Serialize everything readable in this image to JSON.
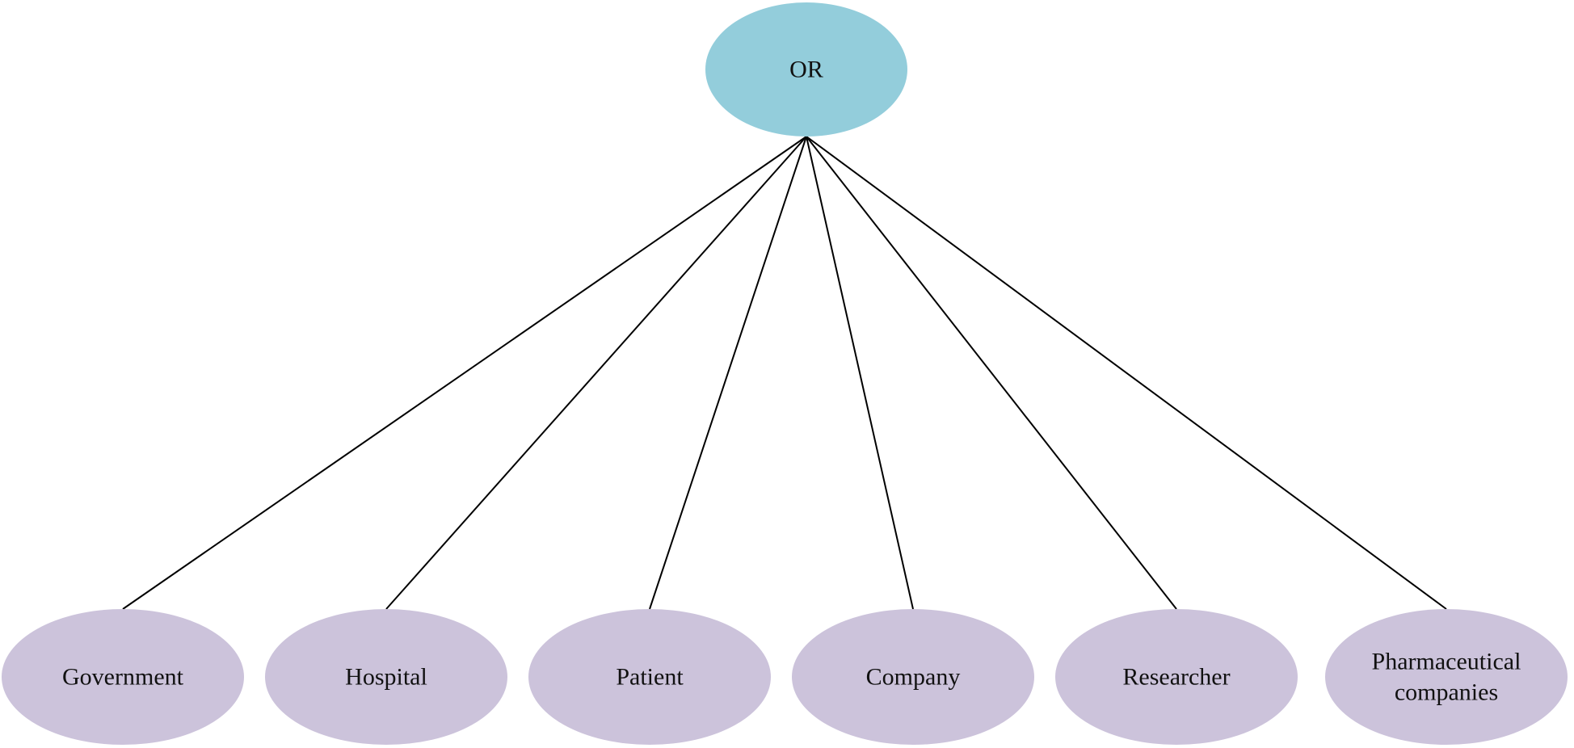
{
  "root": {
    "label": "OR",
    "color": "#93CDDB"
  },
  "children": [
    {
      "id": "government",
      "lines": [
        "Government"
      ]
    },
    {
      "id": "hospital",
      "lines": [
        "Hospital"
      ]
    },
    {
      "id": "patient",
      "lines": [
        "Patient"
      ]
    },
    {
      "id": "company",
      "lines": [
        "Company"
      ]
    },
    {
      "id": "researcher",
      "lines": [
        "Researcher"
      ]
    },
    {
      "id": "pharmaceutical-companies",
      "lines": [
        "Pharmaceutical",
        "companies"
      ]
    }
  ],
  "child_color": "#CCC3DB",
  "line_color": "#000000"
}
